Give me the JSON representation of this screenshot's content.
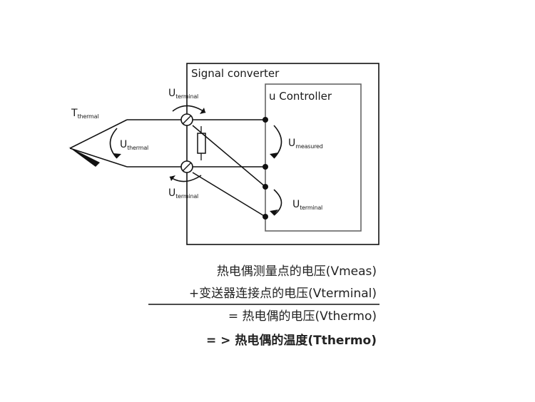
{
  "diagram": {
    "signal_converter_label": "Signal converter",
    "controller_label": "u Controller",
    "t_thermal": {
      "main": "T",
      "sub": "thermal"
    },
    "u_terminal_top": {
      "main": "U",
      "sub": "terminal"
    },
    "u_thermal": {
      "main": "U",
      "sub": "thermal"
    },
    "u_terminal_bottom": {
      "main": "U",
      "sub": "terminal"
    },
    "u_measured": {
      "main": "U",
      "sub": "measured"
    },
    "u_terminal_right": {
      "main": "U",
      "sub": "terminal"
    }
  },
  "formula": {
    "line1": "热电偶测量点的电压(Vmeas)",
    "line2": "+变送器连接点的电压(Vterminal)",
    "line3": "= 热电偶的电压(Vthermo)",
    "line4": "= > 热电偶的温度(Tthermo)"
  },
  "colors": {
    "line": "#111111",
    "box": "#555555"
  }
}
